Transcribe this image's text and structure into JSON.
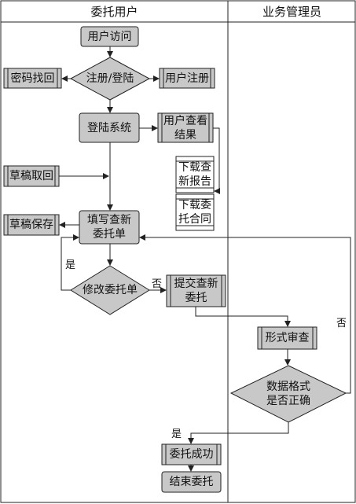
{
  "lanes": {
    "left": "委托用户",
    "right": "业务管理员"
  },
  "nodes": {
    "user_visit": "用户访问",
    "register_login": "注册/登陆",
    "retrieve_password": "密码找回",
    "user_register": "用户注册",
    "login_system": "登陆系统",
    "user_view_result": "用户查看\n结果",
    "download_report": "下载查\n新报告",
    "download_contract": "下载委\n托合同",
    "draft_retrieve": "草稿取回",
    "draft_save": "草稿保存",
    "fill_form": "填写查新\n委托单",
    "modify_form": "修改委托单",
    "submit": "提交查新\n委托",
    "formal_review": "形式审查",
    "format_check": "数据格式\n是否正确",
    "success": "委托成功",
    "end": "结束委托"
  },
  "edges": {
    "yes1": "是",
    "no1": "否",
    "no2": "否",
    "yes2": "是"
  },
  "colors": {
    "process_fill": "#c8c8c8",
    "border": "#222222",
    "arrow": "#222222"
  }
}
